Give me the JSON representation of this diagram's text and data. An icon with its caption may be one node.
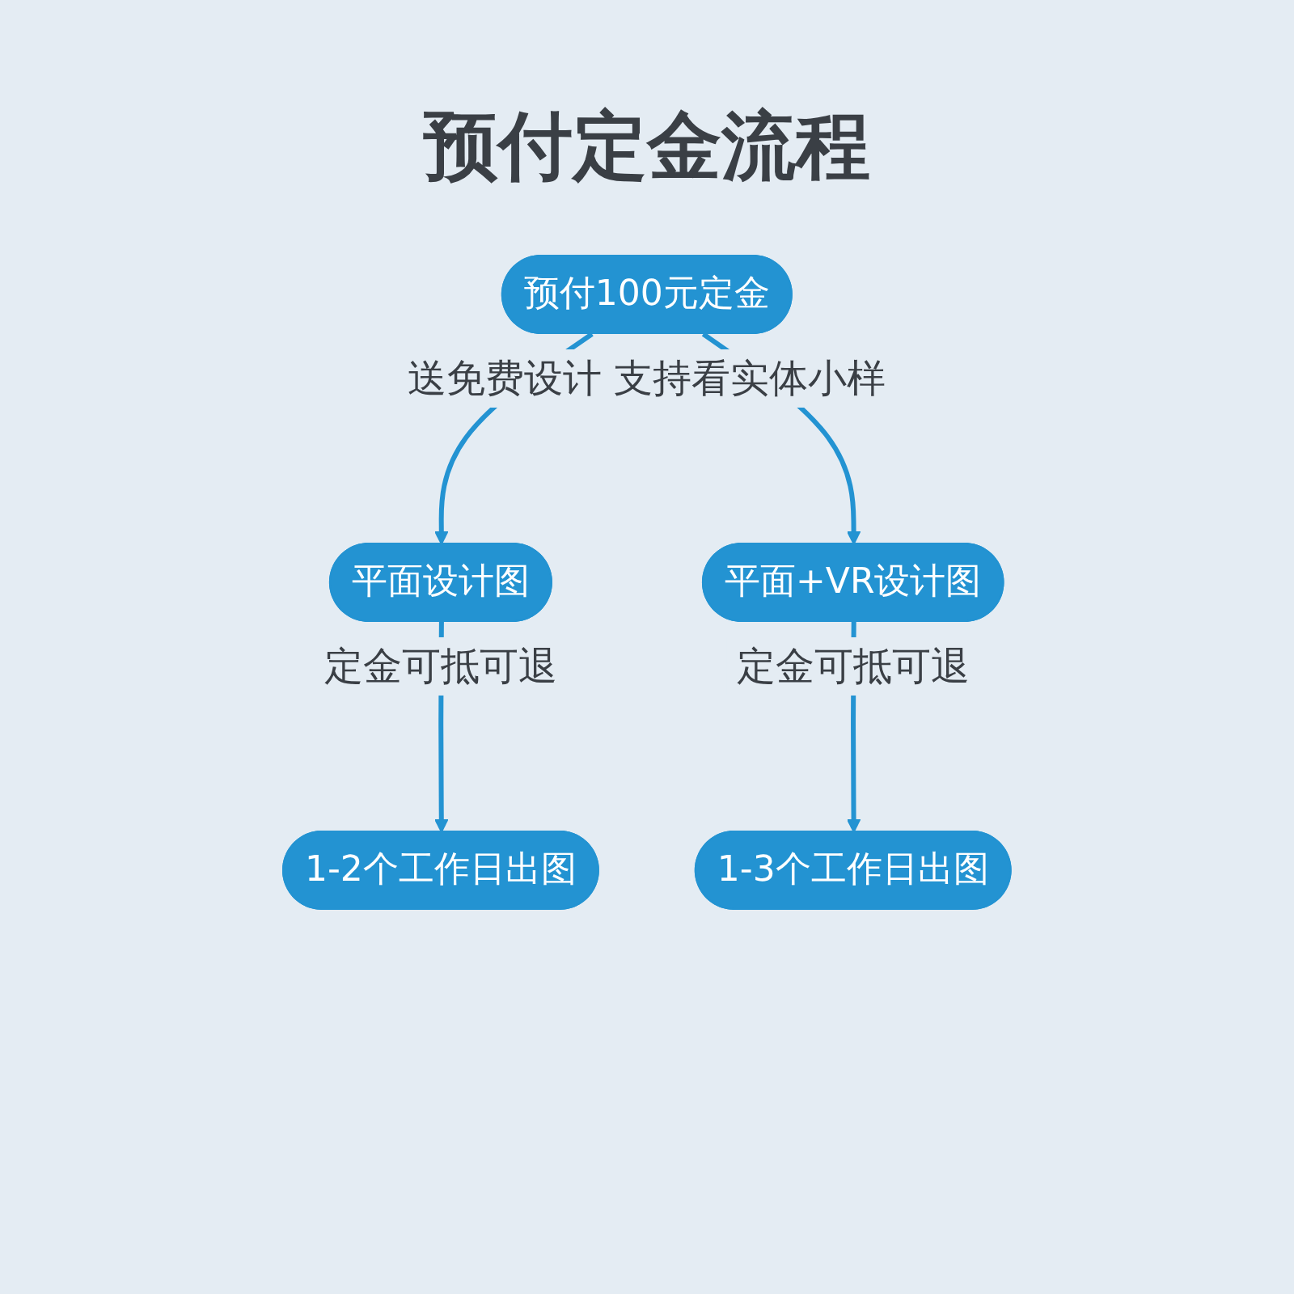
{
  "diagram": {
    "title": "预付定金流程",
    "nodes": [
      {
        "text": [
          "预付100元定金"
        ],
        "beside": [
          "送免费设计 支持看实体小样"
        ]
      },
      {
        "text": [
          "平面设计图"
        ],
        "beside": [
          "定金可抵可退"
        ]
      },
      {
        "text": [
          "平面+VR设计图"
        ],
        "beside": [
          "定金可抵可退"
        ]
      },
      {
        "text": [
          "1-2个工作日出图"
        ]
      },
      {
        "text": [
          "1-3个工作日出图"
        ]
      }
    ],
    "edges": [
      {
        "from": 0,
        "to": 1,
        "arrow": "to"
      },
      {
        "from": 0,
        "to": 2,
        "arrow": "to"
      },
      {
        "from": 1,
        "to": 3,
        "arrow": "to"
      },
      {
        "from": 2,
        "to": 4,
        "arrow": "to"
      }
    ]
  }
}
